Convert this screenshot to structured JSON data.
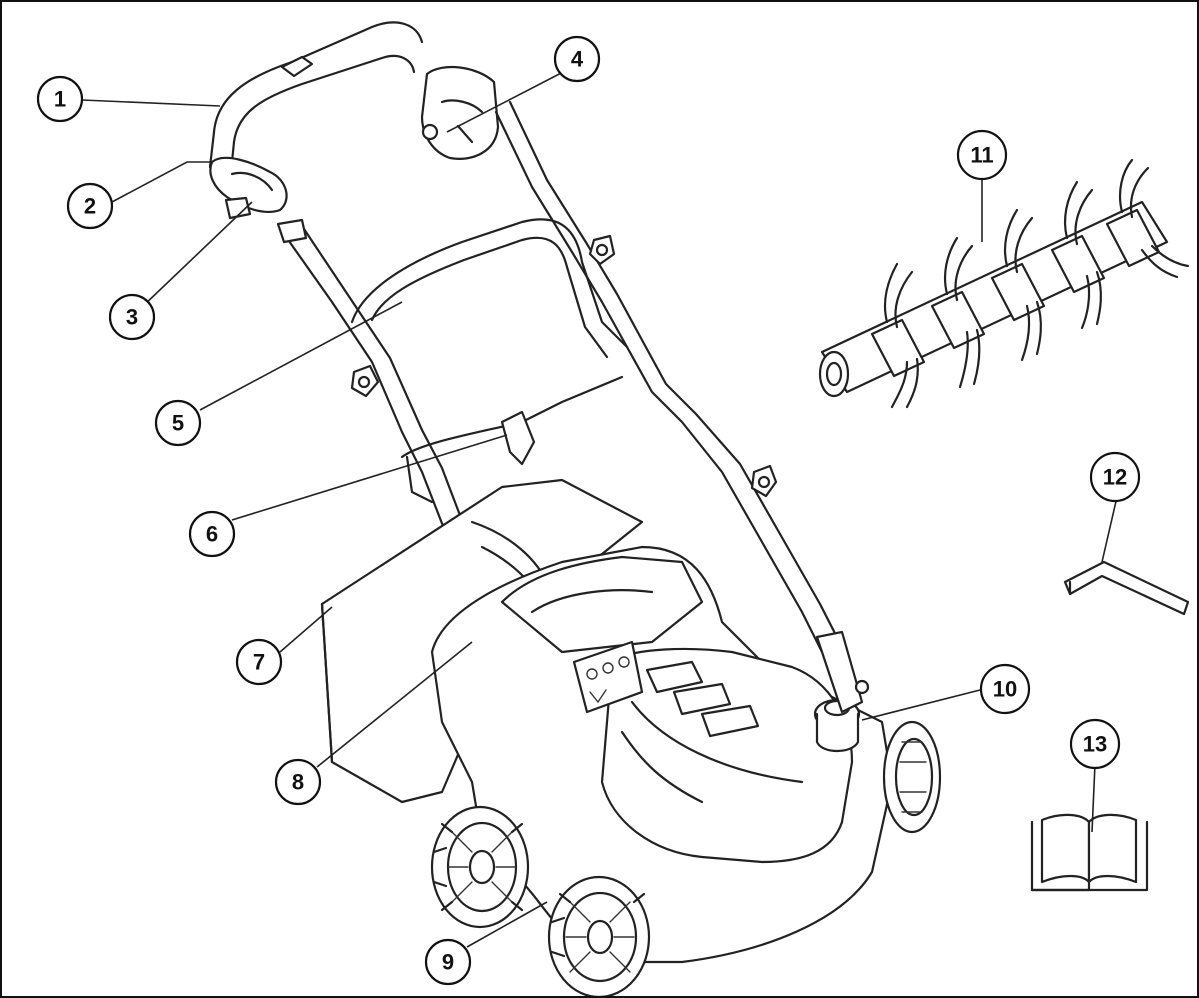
{
  "callouts": [
    {
      "id": "1"
    },
    {
      "id": "2"
    },
    {
      "id": "3"
    },
    {
      "id": "4"
    },
    {
      "id": "5"
    },
    {
      "id": "6"
    },
    {
      "id": "7"
    },
    {
      "id": "8"
    },
    {
      "id": "9"
    },
    {
      "id": "10"
    },
    {
      "id": "11"
    },
    {
      "id": "12"
    },
    {
      "id": "13"
    }
  ],
  "labels": {
    "c1": "1",
    "c2": "2",
    "c3": "3",
    "c4": "4",
    "c5": "5",
    "c6": "6",
    "c7": "7",
    "c8": "8",
    "c9": "9",
    "c10": "10",
    "c11": "11",
    "c12": "12",
    "c13": "13"
  },
  "colors": {
    "line": "#222222",
    "background": "#ffffff"
  }
}
